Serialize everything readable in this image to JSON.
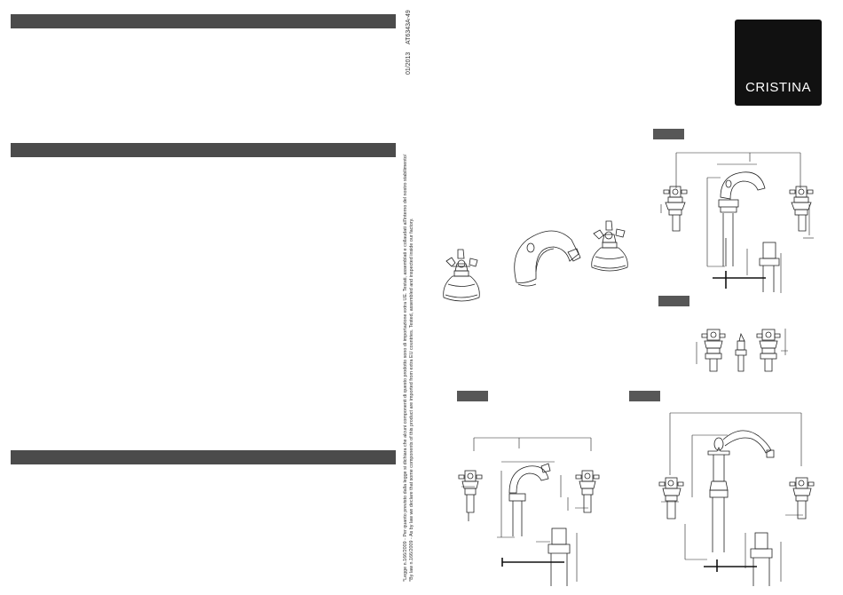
{
  "header": {
    "doc_code": "AT6343A-49",
    "date": "01/2013"
  },
  "brand": {
    "name": "CRISTINA"
  },
  "legal_note": {
    "line1": "*Legge n.166/2009 - Per quanto previsto dalla legge si dichiara che alcuni componenti di questo prodotto sono di importazione extra UE. Testati, assemblati e collaudati all'interno del nostro stabilimento/",
    "line2": "*By law n.166/2009 - As by law we declare that some components of this product are imported from extra EU countries. Tested, assembled and inspected inside our factory."
  },
  "colors": {
    "section_bar": "#4b4b4b",
    "logo_bg": "#111111",
    "logo_text": "#ffffff"
  }
}
